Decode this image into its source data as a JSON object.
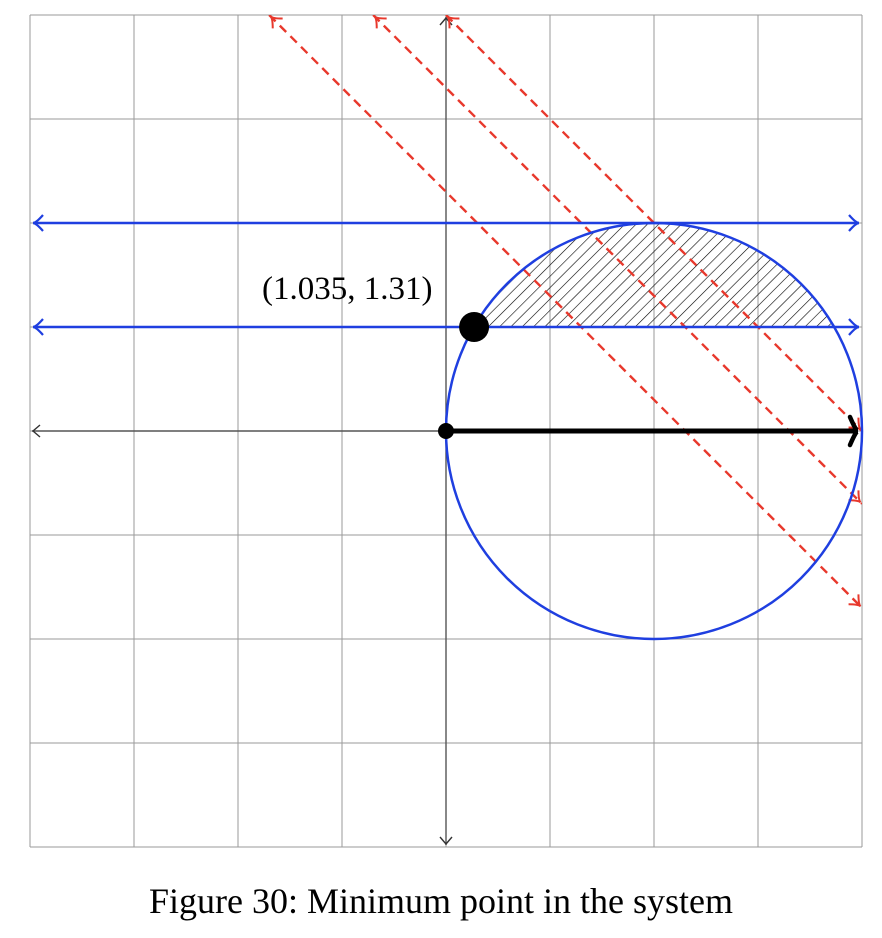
{
  "figure": {
    "caption": "Figure 30: Minimum point in the system",
    "grid": true,
    "x_range": [
      -4,
      4
    ],
    "y_range": [
      -4,
      4
    ],
    "circle": {
      "center": [
        2,
        0
      ],
      "radius": 2,
      "color": "#1f3fe0"
    },
    "horizontal_lines": [
      {
        "y": 2,
        "color": "#1f3fe0"
      },
      {
        "y": 1,
        "color": "#1f3fe0"
      }
    ],
    "dashed_lines": [
      {
        "slope": -1,
        "intercept": 4.0,
        "color": "#e8382c"
      },
      {
        "slope": -1,
        "intercept": 3.3,
        "color": "#e8382c"
      },
      {
        "slope": -1,
        "intercept": 2.3,
        "color": "#e8382c"
      }
    ],
    "ray": {
      "from": [
        0,
        0
      ],
      "to": [
        4,
        0
      ],
      "color": "#000000"
    },
    "hatched_region": "circle segment above y = 1",
    "minimum_point": {
      "x": 0.27,
      "y": 1,
      "label": "(1.035, 1.31)"
    },
    "origin_point": {
      "x": 0,
      "y": 0
    }
  }
}
